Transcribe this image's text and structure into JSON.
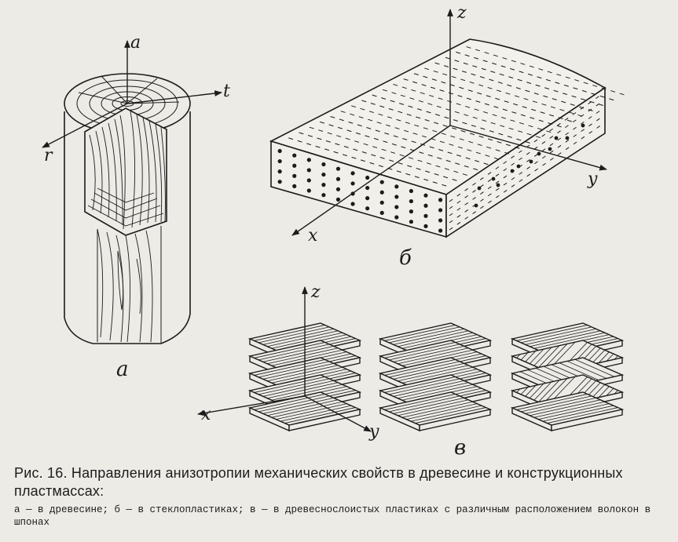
{
  "labels": {
    "wood": {
      "axis_a": "a",
      "axis_t": "t",
      "axis_r": "r",
      "caption_letter": "а"
    },
    "glass": {
      "axis_z": "z",
      "axis_y": "y",
      "axis_x": "x",
      "caption_letter": "б"
    },
    "plies": {
      "axis_z": "z",
      "axis_x": "x",
      "axis_y": "y",
      "caption_letter": "в"
    }
  },
  "caption": {
    "title": "Рис. 16. Направления анизотропии механических свойств в древесине и конструкционных пластмассах:",
    "legend": "а — в древесине; б — в стеклопластиках; в — в древеснослоистых пластиках с различным расположением волокон в шпонах"
  }
}
